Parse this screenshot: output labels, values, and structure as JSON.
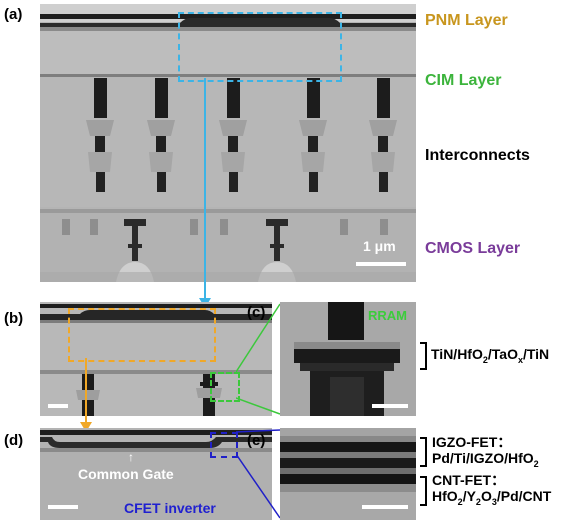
{
  "panels": {
    "a": "(a)",
    "b": "(b)",
    "c": "(c)",
    "d": "(d)",
    "e": "(e)"
  },
  "layers": {
    "pnm": "PNM Layer",
    "cim": "CIM Layer",
    "interconnects": "Interconnects",
    "cmos": "CMOS Layer"
  },
  "scale_a": "1 μm",
  "c_labels": {
    "rram": "RRAM",
    "stack_a": "TiN/HfO",
    "stack_sub1": "2",
    "stack_b": "/TaO",
    "stack_subx": "x",
    "stack_c": "/TiN"
  },
  "d_labels": {
    "common_gate": "Common  Gate",
    "cfet": "CFET inverter"
  },
  "e_labels": {
    "igzo_title": "IGZO-FET：",
    "igzo_a": "Pd/Ti/IGZO/HfO",
    "igzo_sub": "2",
    "cnt_title": "CNT-FET：",
    "cnt_a": "HfO",
    "cnt_sub1": "2",
    "cnt_b": "/Y",
    "cnt_sub2": "2",
    "cnt_c": "O",
    "cnt_sub3": "3",
    "cnt_d": "/Pd/CNT"
  },
  "colors": {
    "pnm": "#c8961e",
    "cim": "#3cb43c",
    "cmos": "#7a3c9a",
    "cyan_box": "#3cb4e6",
    "orange_box": "#f0a828",
    "green_box": "#3cc83c",
    "blue_box": "#2020c8",
    "rram": "#3ccc3c",
    "cfet": "#2020d0"
  }
}
